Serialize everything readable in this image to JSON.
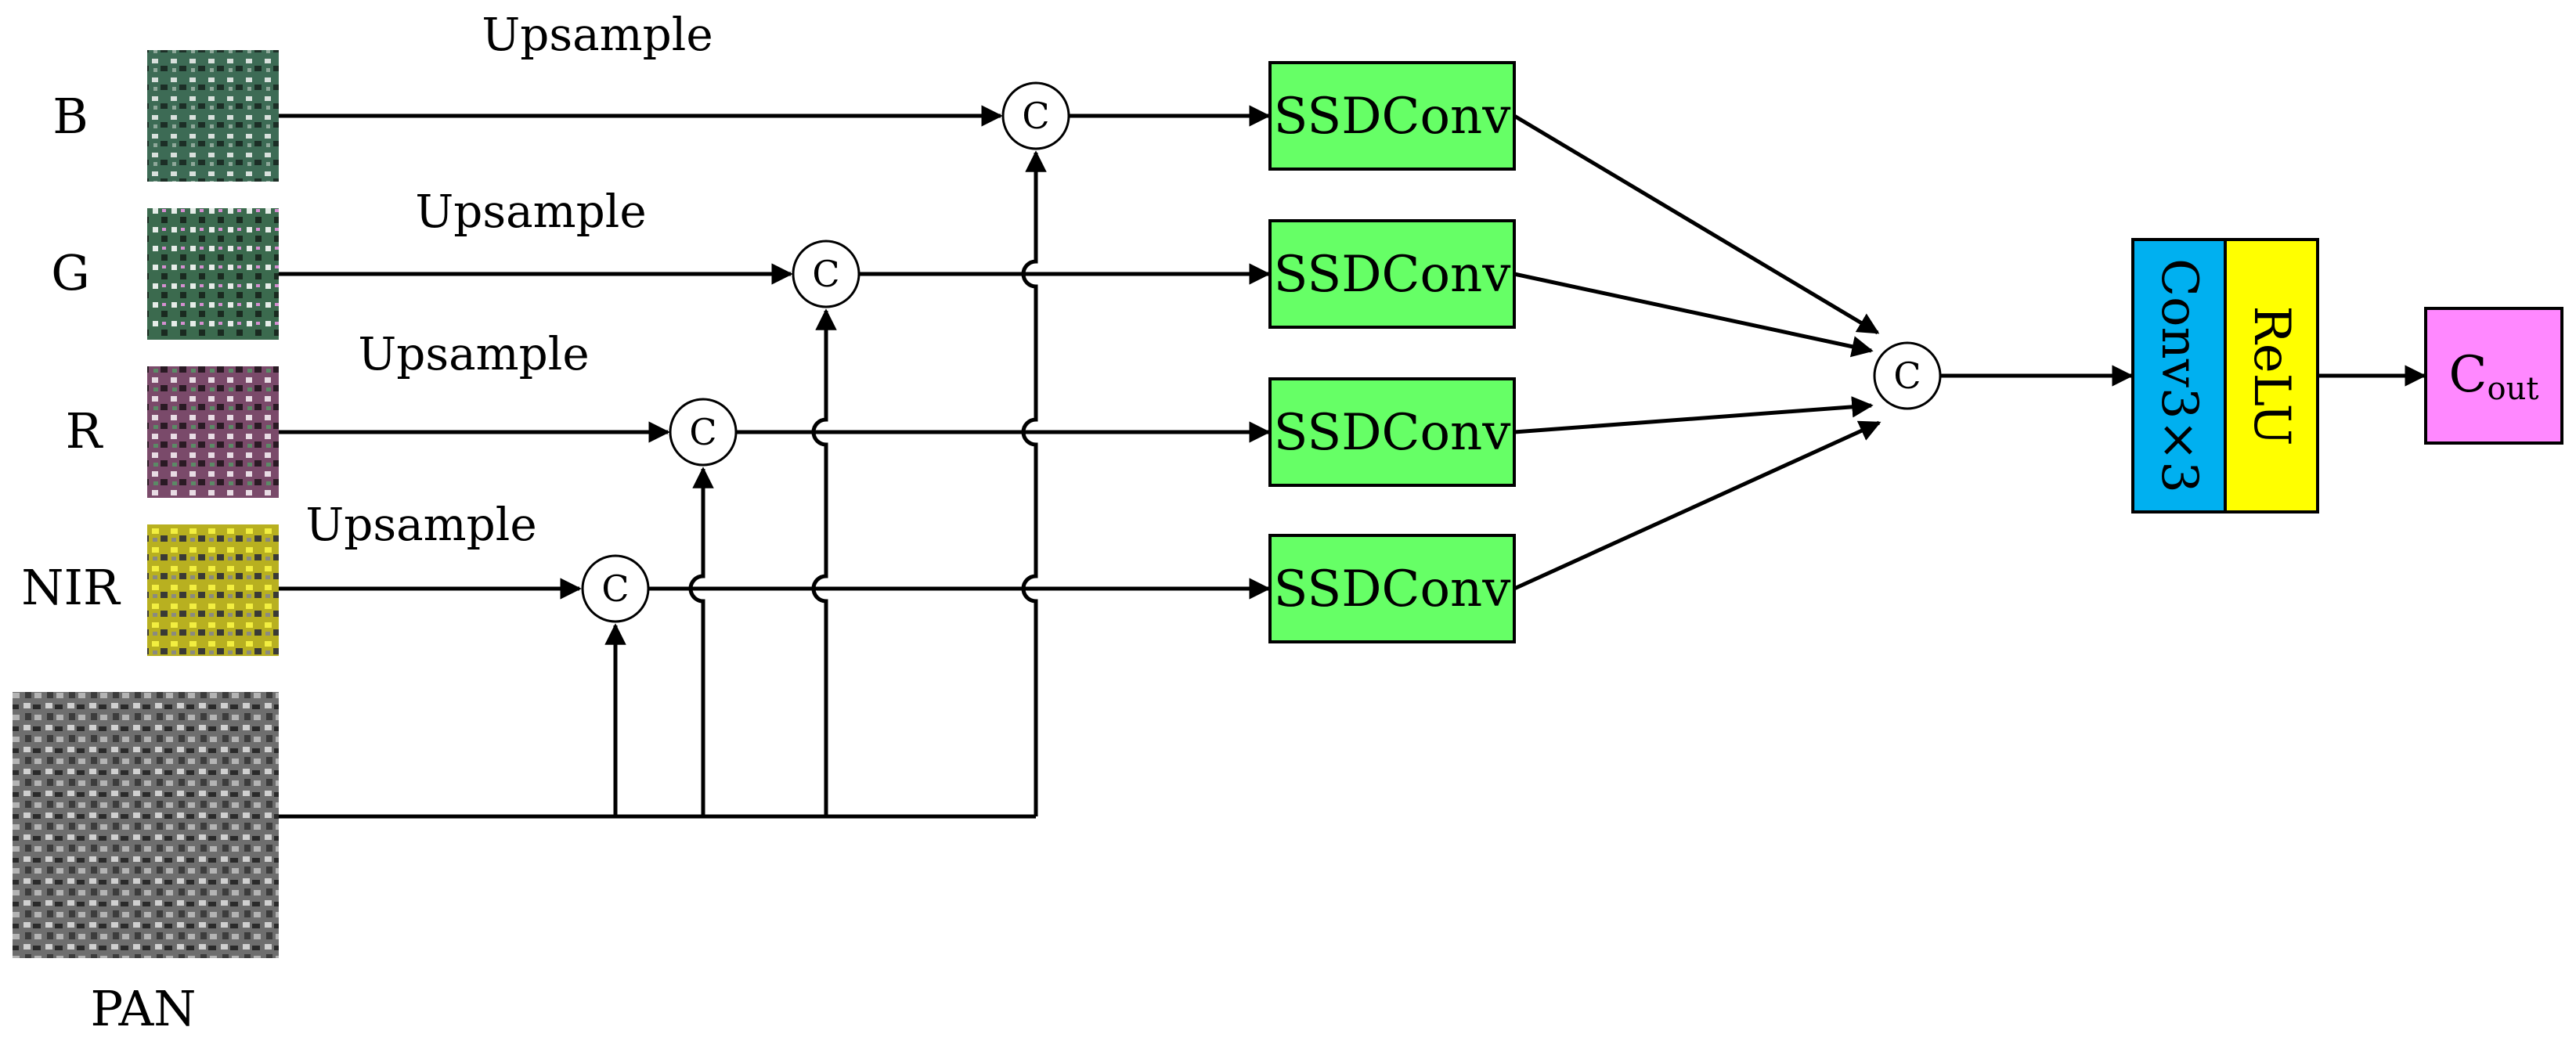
{
  "bands": [
    {
      "label": "B",
      "upsample_label": "Upsample"
    },
    {
      "label": "G",
      "upsample_label": "Upsample"
    },
    {
      "label": "R",
      "upsample_label": "Upsample"
    },
    {
      "label": "NIR",
      "upsample_label": "Upsample"
    }
  ],
  "pan": {
    "label": "PAN"
  },
  "concat_symbol": "C",
  "ssd_blocks": [
    "SSDConv",
    "SSDConv",
    "SSDConv",
    "SSDConv"
  ],
  "conv_label": "Conv3×3",
  "relu_label": "ReLU",
  "output": {
    "base": "C",
    "subscript": "out"
  },
  "colors": {
    "ssd_fill": "#66ff66",
    "conv_fill": "#00b0f0",
    "relu_fill": "#ffff00",
    "out_fill": "#ff88ff",
    "band_B": "#3d6b55",
    "band_G": "#3b6a4e",
    "band_R": "#7a4a6a",
    "band_NIR": "#b8b020",
    "pan": "#6e6e6e"
  }
}
